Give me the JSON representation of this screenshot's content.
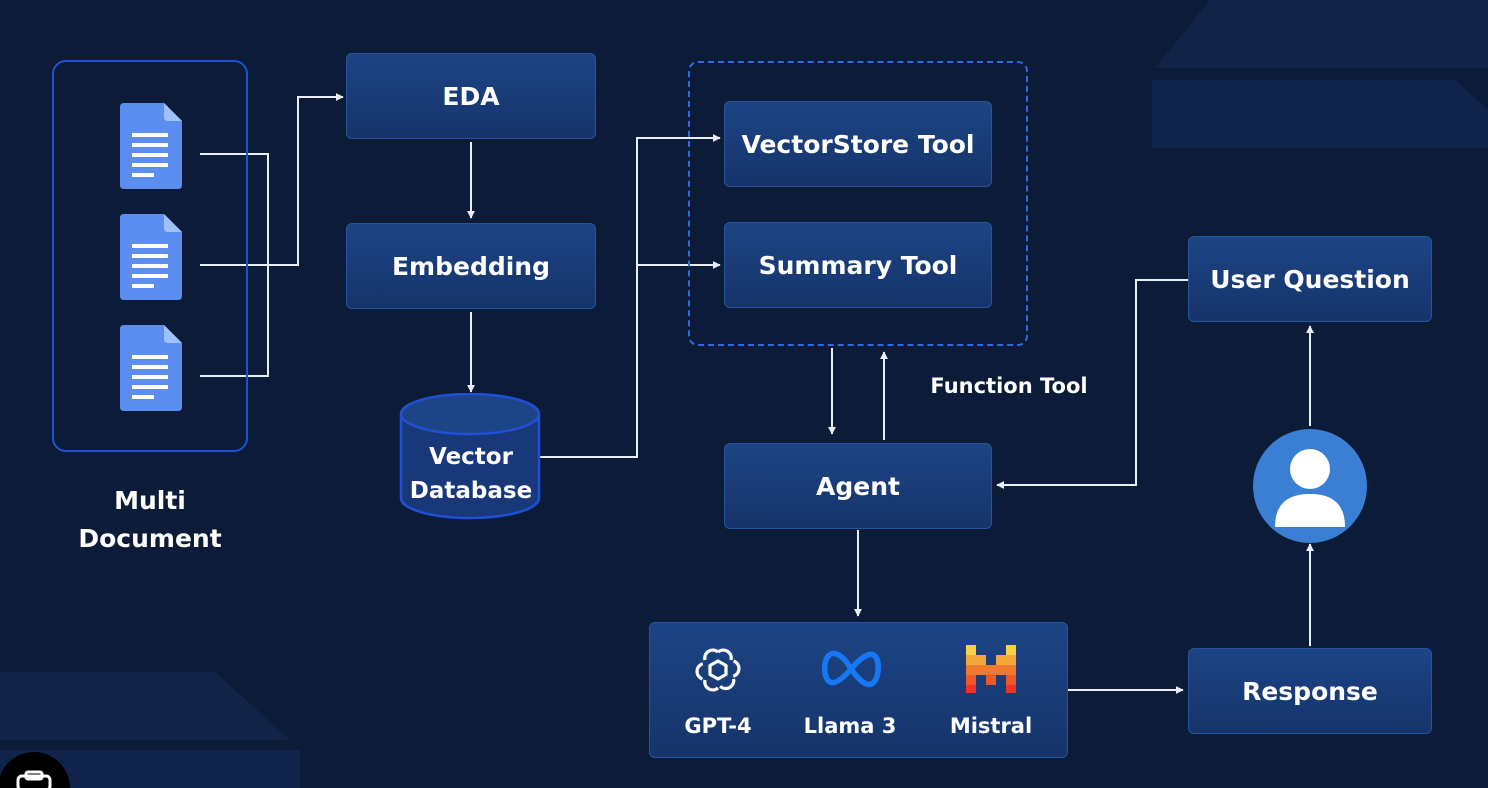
{
  "diagram": {
    "multi_document": {
      "line1": "Multi",
      "line2": "Document"
    },
    "nodes": {
      "eda": "EDA",
      "embedding": "Embedding",
      "vector_db": {
        "line1": "Vector",
        "line2": "Database"
      },
      "vectorstore_tool": "VectorStore Tool",
      "summary_tool": "Summary Tool",
      "function_tool": "Function Tool",
      "agent": "Agent",
      "user_question": "User Question",
      "response": "Response"
    },
    "models": [
      {
        "label": "GPT-4",
        "icon": "openai-logo-icon"
      },
      {
        "label": "Llama 3",
        "icon": "meta-logo-icon"
      },
      {
        "label": "Mistral",
        "icon": "mistral-logo-icon"
      }
    ]
  },
  "colors": {
    "background": "#0c1c38",
    "box_fill": "#1c4485",
    "box_border": "#25559c",
    "accent_blue": "#1f50d6",
    "document_blue": "#5b8ef0",
    "user_avatar": "#3b7fd4",
    "connector": "#e8eef8"
  }
}
